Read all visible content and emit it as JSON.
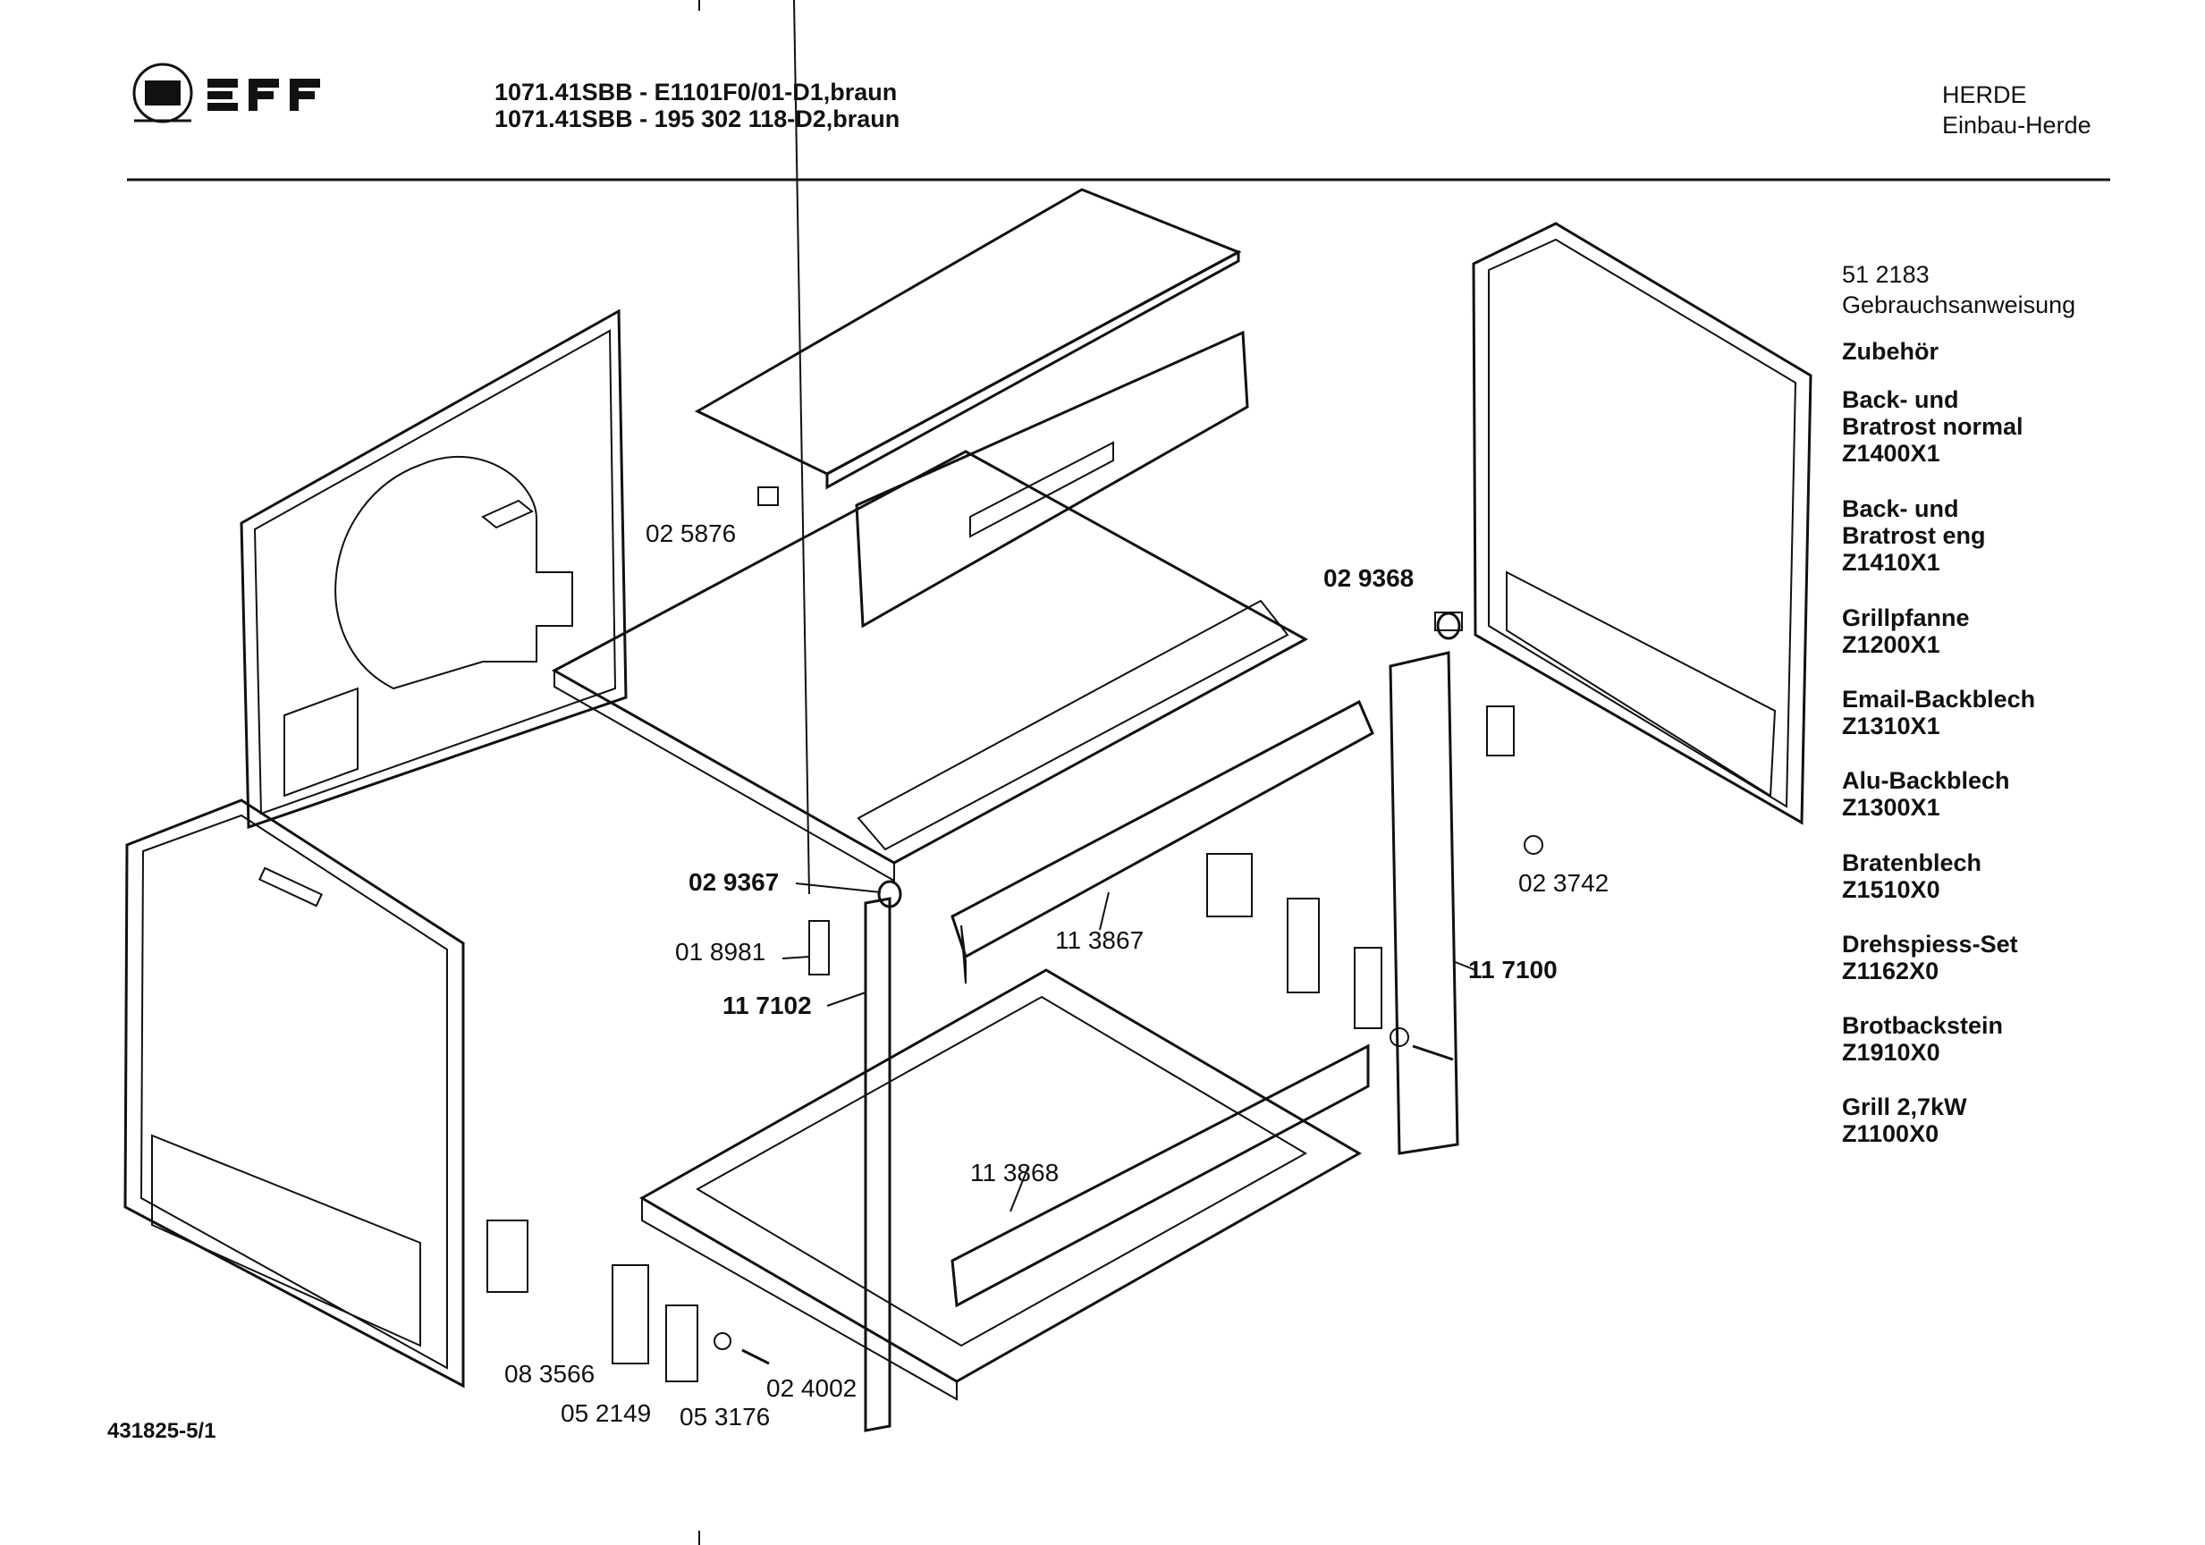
{
  "brand": "NEFF",
  "header": {
    "model_line_1": "1071.41SBB - E1101F0/01-D1,braun",
    "model_line_2": "1071.41SBB - 195 302 118-D2,braun",
    "category": "HERDE",
    "subcategory": "Einbau-Herde"
  },
  "accessories": [
    {
      "name": "51 2183",
      "code": "Gebrauchsanweisung",
      "name_bold": false
    },
    {
      "name": "Zubehör",
      "code": ""
    },
    {
      "name": "Back- und\nBratrost normal",
      "code": "Z1400X1"
    },
    {
      "name": "Back- und\nBratrost eng",
      "code": "Z1410X1"
    },
    {
      "name": "Grillpfanne",
      "code": "Z1200X1"
    },
    {
      "name": "Email-Backblech",
      "code": "Z1310X1"
    },
    {
      "name": "Alu-Backblech",
      "code": "Z1300X1"
    },
    {
      "name": "Bratenblech",
      "code": "Z1510X0"
    },
    {
      "name": "Drehspiess-Set",
      "code": "Z1162X0"
    },
    {
      "name": "Brotbackstein",
      "code": "Z1910X0"
    },
    {
      "name": "Grill 2,7kW",
      "code": "Z1100X0"
    }
  ],
  "part_labels": {
    "p025876": "02 5876",
    "p029368": "02 9368",
    "p029367": "02 9367",
    "p018981": "01 8981",
    "p117102": "11 7102",
    "p113867": "11 3867",
    "p117100": "11 7100",
    "p023742": "02 3742",
    "p113868": "11 3868",
    "p083566": "08 3566",
    "p052149": "05 2149",
    "p053176": "05 3176",
    "p024002": "02 4002"
  },
  "footer": {
    "drawing_number": "431825-5/1"
  }
}
